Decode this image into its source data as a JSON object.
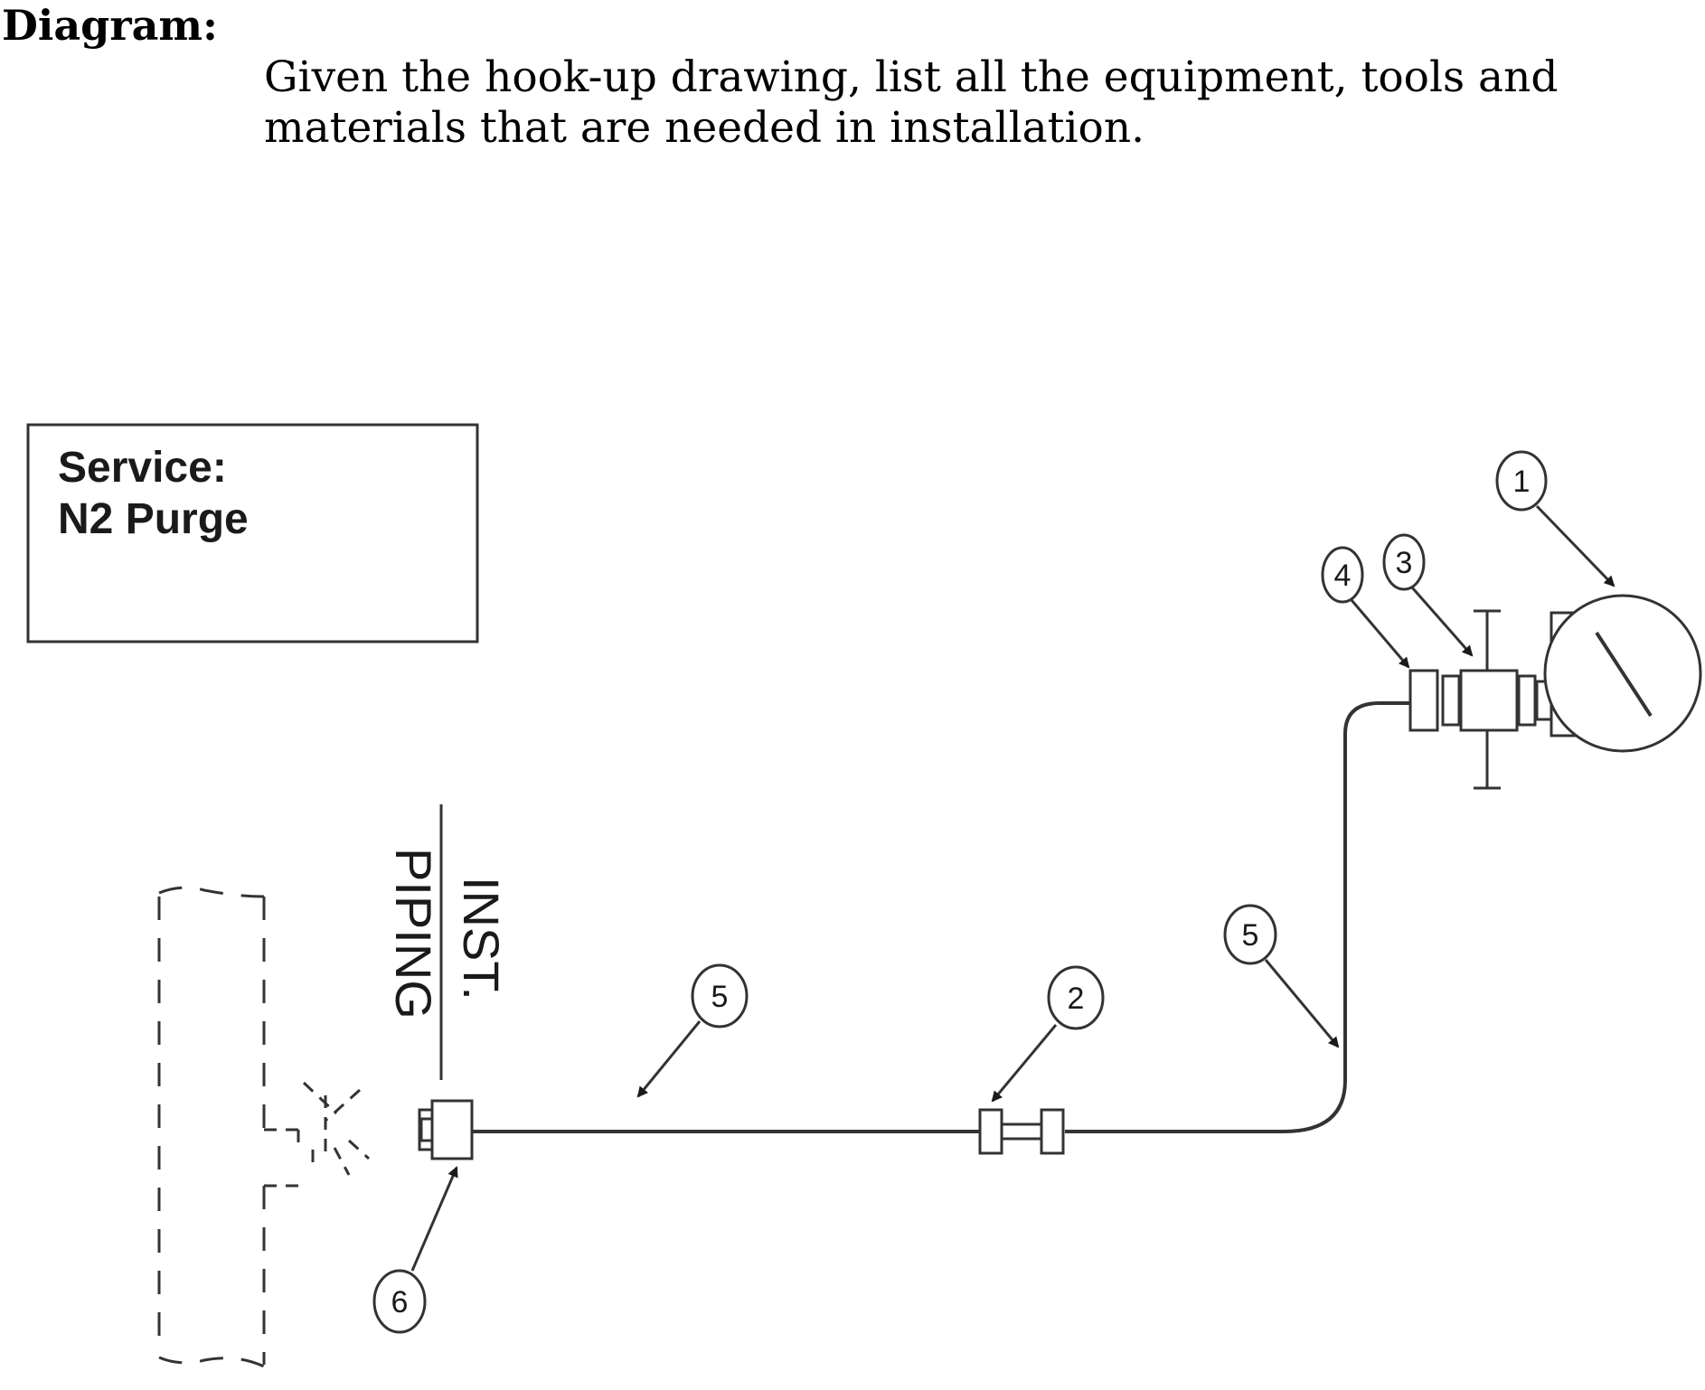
{
  "header": {
    "heading": "Diagram:",
    "instruction": "Given the hook-up drawing, list all the equipment, tools and materials that are needed in installation."
  },
  "service_box": {
    "line1": "Service:",
    "line2": "N2 Purge"
  },
  "piping_label": {
    "upper": "INST.",
    "lower": "PIPING"
  },
  "callouts": {
    "c1": "1",
    "c2": "2",
    "c3": "3",
    "c4": "4",
    "c5a": "5",
    "c5b": "5",
    "c6": "6"
  }
}
